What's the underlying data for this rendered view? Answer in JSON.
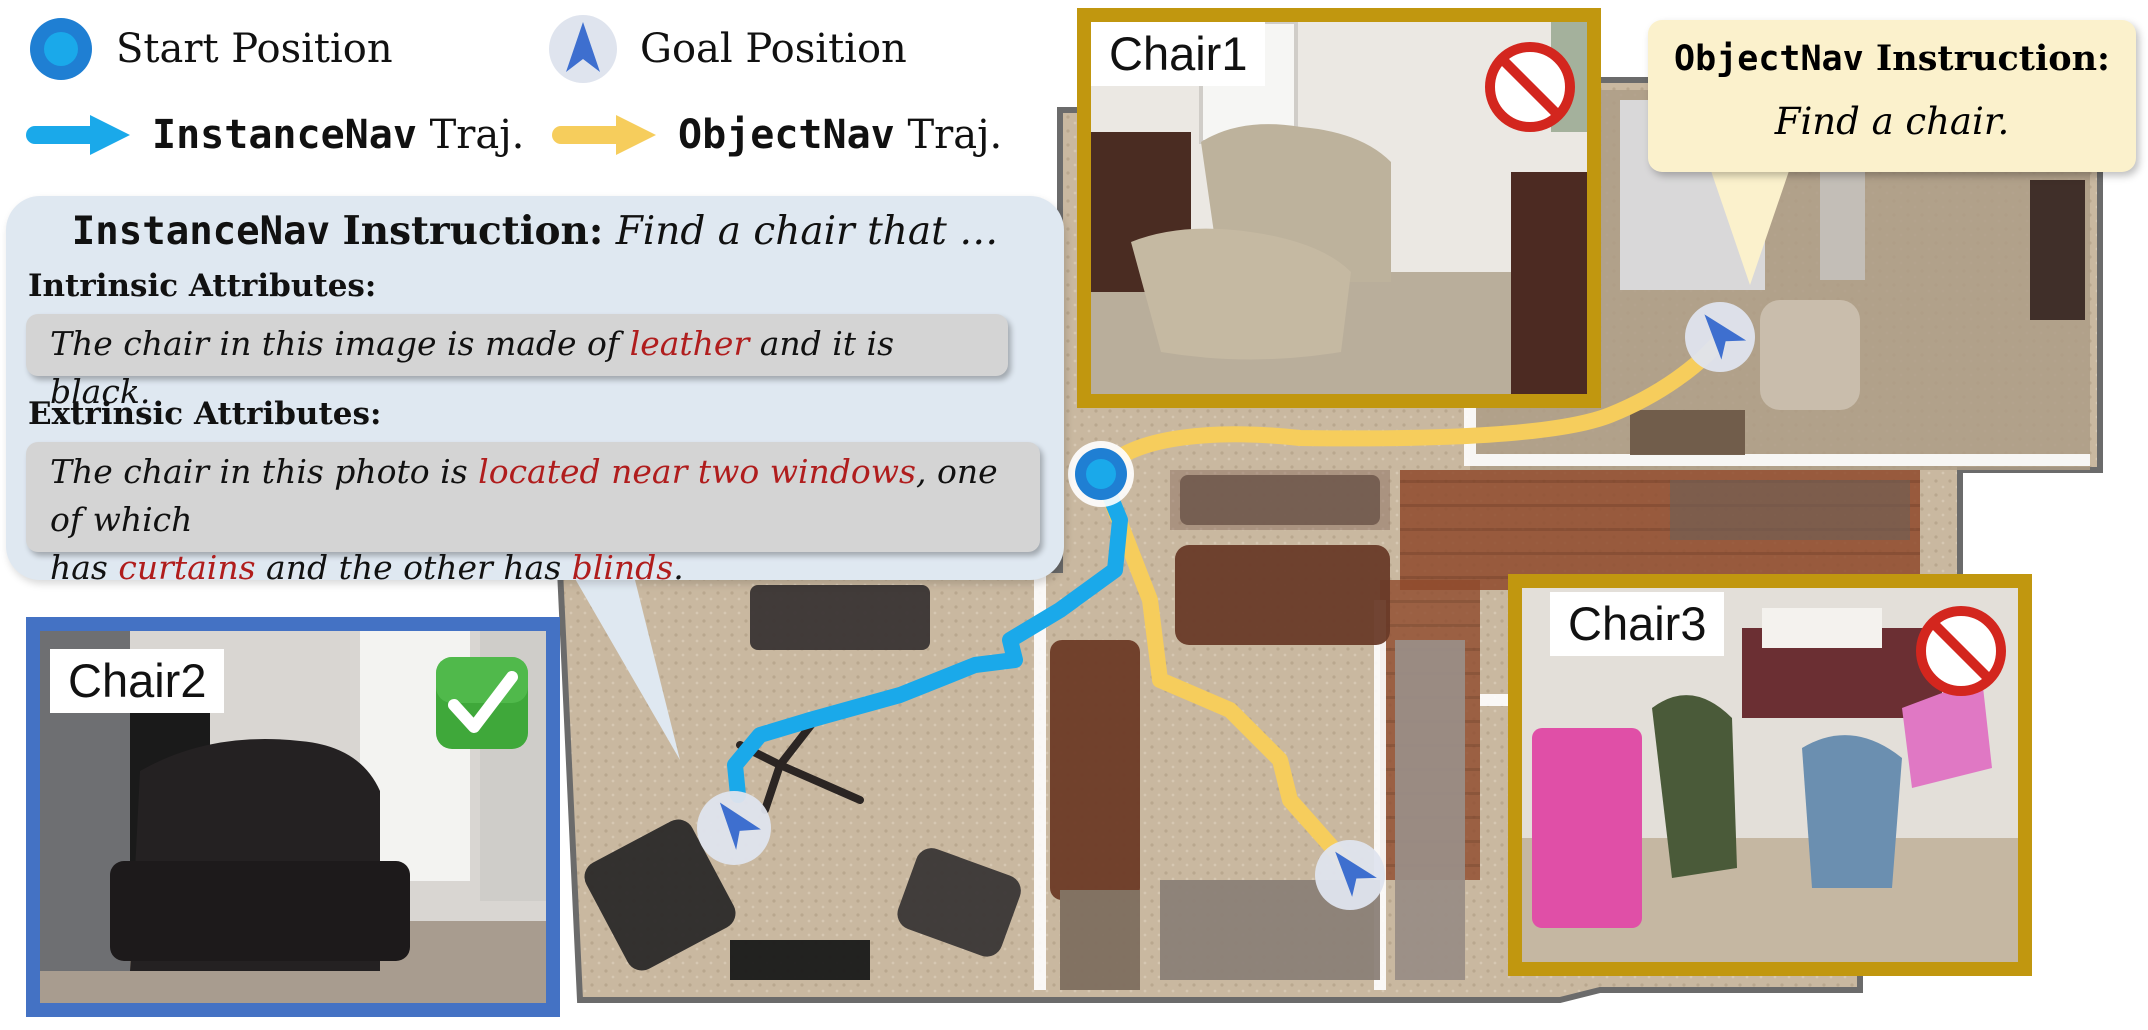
{
  "legend": {
    "start_label": "Start Position",
    "goal_label": "Goal Position",
    "instancenav_prefix": "InstanceNav",
    "instancenav_suffix": "Traj.",
    "objectnav_prefix": "ObjectNav",
    "objectnav_suffix": "Traj."
  },
  "instancenav_instruction": {
    "prefix": "InstanceNav",
    "title": "Instruction:",
    "text": "Find a chair that …",
    "intrinsic_heading": "Intrinsic Attributes:",
    "intrinsic_text": {
      "part1": "The chair in this image is made of ",
      "highlight1": "leather",
      "part2": " and it is black."
    },
    "extrinsic_heading": "Extrinsic Attributes:",
    "extrinsic_text": {
      "part1": "The chair in this photo is ",
      "highlight1": "located near two windows",
      "part2": ", one of which",
      "part3": "has ",
      "highlight2": "curtains",
      "part4": " and the other has ",
      "highlight3": "blinds",
      "part5": "."
    }
  },
  "objectnav_instruction": {
    "prefix": "ObjectNav",
    "title": "Instruction:",
    "text": "Find a chair."
  },
  "chairs": [
    {
      "label": "Chair1",
      "status": "incorrect",
      "icon": "prohibited-icon",
      "frame_color": "#c1970f"
    },
    {
      "label": "Chair2",
      "status": "correct",
      "icon": "check-mark-icon",
      "frame_color": "#4472c4"
    },
    {
      "label": "Chair3",
      "status": "incorrect",
      "icon": "prohibited-icon",
      "frame_color": "#c1970f"
    }
  ],
  "colors": {
    "instancenav_traj": "#1aa9ea",
    "objectnav_traj": "#f6cd5c",
    "instancenav_box": "#dfe8f1",
    "objectnav_box": "#fbf1cc",
    "goal_marker": "#3e6fcf",
    "highlight_text": "#b01d1d"
  }
}
